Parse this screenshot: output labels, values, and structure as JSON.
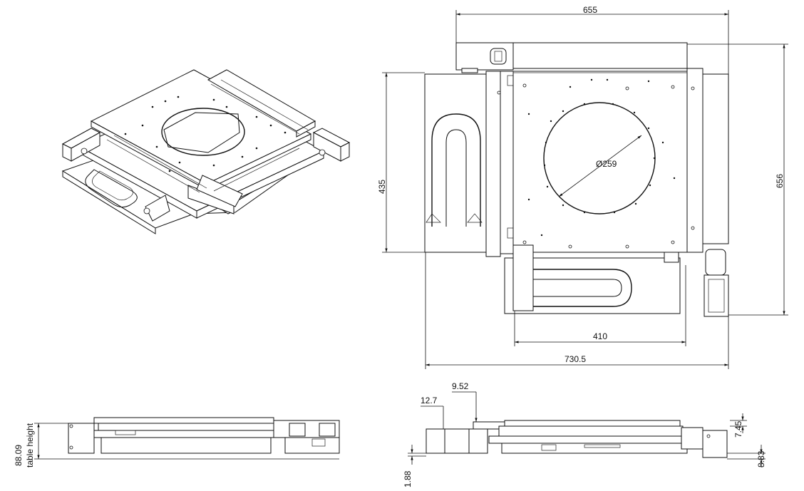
{
  "drawing": {
    "dimensions": {
      "top_width": "655",
      "left_height": "435",
      "right_height": "656",
      "aperture": "Ø259",
      "bottom_inner": "410",
      "bottom_outer": "730.5",
      "front_12_7": "12.7",
      "front_9_52": "9.52",
      "front_7_45": "7.45",
      "front_8_83": "8.83",
      "front_1_88": "1.88",
      "side_88_09": "88.09",
      "side_table_height": "table height"
    }
  }
}
